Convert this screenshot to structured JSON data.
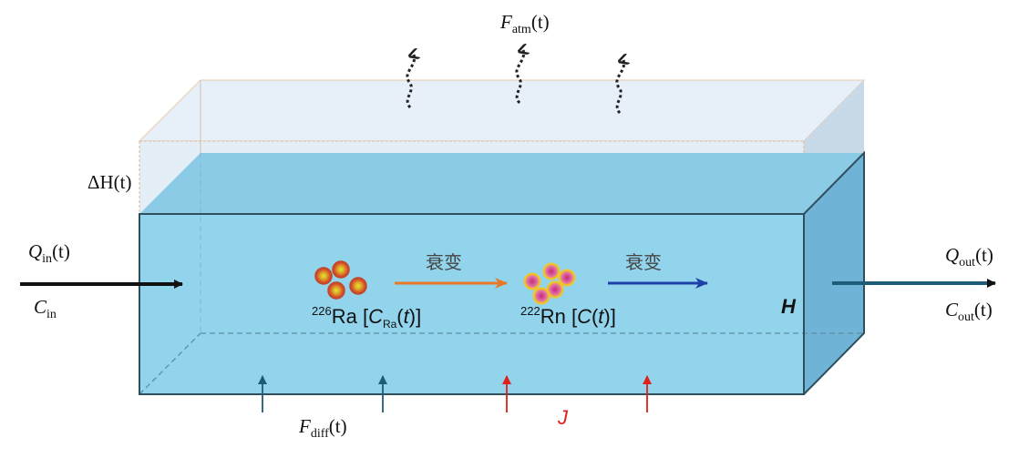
{
  "labels": {
    "f_atm": {
      "main": "F",
      "sub": "atm",
      "arg": "(t)"
    },
    "delta_h": {
      "main": "ΔH",
      "arg": "(t)"
    },
    "q_in": {
      "main": "Q",
      "sub": "in",
      "arg": "(t)"
    },
    "c_in": {
      "main": "C",
      "sub": "in"
    },
    "q_out": {
      "main": "Q",
      "sub": "out",
      "arg": "(t)"
    },
    "c_out": {
      "main": "C",
      "sub": "out",
      "arg": "(t)"
    },
    "f_diff": {
      "main": "F",
      "sub": "diff",
      "arg": "(t)"
    },
    "depth_h": "H",
    "j": "J"
  },
  "decay": {
    "arrow1_label": "衰变",
    "arrow2_label": "衰变",
    "ra": {
      "mass": "226",
      "symbol": "Ra",
      "conc": "C",
      "conc_sub": "Ra",
      "arg": "t"
    },
    "rn": {
      "mass": "222",
      "symbol": "Rn",
      "conc": "C",
      "arg": "t"
    }
  },
  "colors": {
    "water": "#91d4ec",
    "water_top": "#8bcbe6",
    "water_side": "#6fb4d6",
    "air": "#e3eef7",
    "orange_arrow": "#e8782a",
    "blue_arrow": "#1f3fa8",
    "diff_arrow": "#1f5c78",
    "j_arrow": "#e0201c",
    "ra_particle": "#d9562a",
    "rn_particle": "#d6478f"
  }
}
